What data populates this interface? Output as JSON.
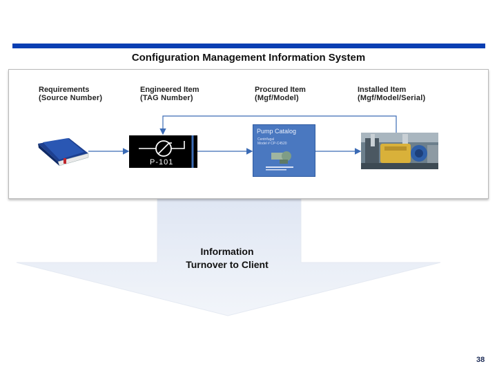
{
  "slide": {
    "title": "Configuration Management Information System",
    "page_number": "38",
    "accent_color": "#0a3fb3"
  },
  "columns": [
    {
      "line1": "Requirements",
      "line2": "(Source Number)"
    },
    {
      "line1": "Engineered Item",
      "line2": "(TAG Number)"
    },
    {
      "line1": "Procured Item",
      "line2": "(Mgf/Model)"
    },
    {
      "line1": "Installed Item",
      "line2": "(Mgf/Model/Serial)"
    }
  ],
  "items": {
    "book_icon": "book-icon",
    "pump_tag": "P-101",
    "catalog_title": "Pump Catalog",
    "catalog_lines": [
      "Centrifugal",
      "Model # CP-C4520"
    ],
    "installed_photo": "pump-photo"
  },
  "arrow": {
    "line1": "Information",
    "line2": "Turnover to Client"
  }
}
